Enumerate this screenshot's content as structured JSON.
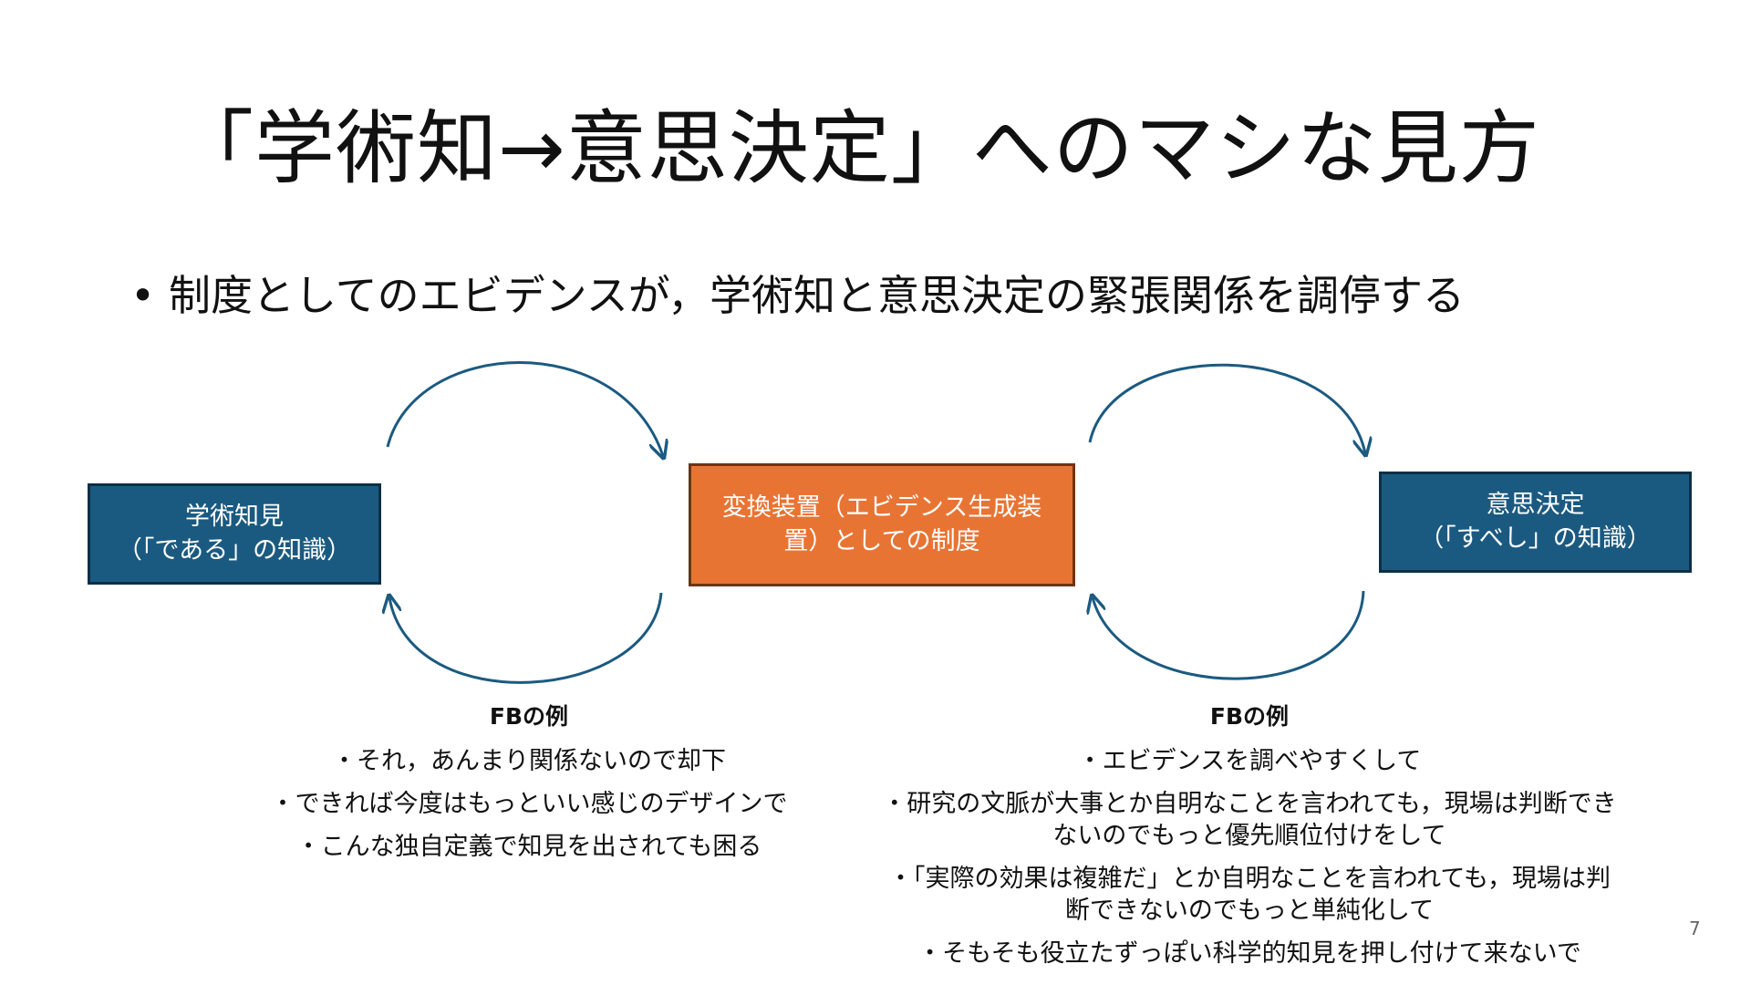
{
  "slide": {
    "title": "「学術知→意思決定」へのマシな見方",
    "bullet": "制度としてのエビデンスが，学術知と意思決定の緊張関係を調停する",
    "page_number": "7"
  },
  "boxes": {
    "left": {
      "lines": [
        "学術知見",
        "（「である」の知識）"
      ],
      "color": "#1b5a80"
    },
    "center": {
      "lines": [
        "変換装置（エビデンス生成装",
        "置）としての制度"
      ],
      "color": "#e87434"
    },
    "right": {
      "lines": [
        "意思決定",
        "（「すべし」の知識）"
      ],
      "color": "#1b5a80"
    }
  },
  "feedback_left": {
    "title": "FBの例",
    "items": [
      "・それ，あんまり関係ないので却下",
      "・できれば今度はもっといい感じのデザインで",
      "・こんな独自定義で知見を出されても困る"
    ]
  },
  "feedback_right": {
    "title": "FBの例",
    "items": [
      "・エビデンスを調べやすくして",
      "・研究の文脈が大事とか自明なことを言われても，現場は判断できないのでもっと優先順位付けをして",
      "・「実際の効果は複雑だ」とか自明なことを言われても，現場は判断できないのでもっと単純化して",
      "・そもそも役立たずっぽい科学的知見を押し付けて来ないで"
    ]
  },
  "colors": {
    "arrow": "#1b5a80"
  },
  "icons": {
    "bullet": "bullet-dot-icon"
  }
}
